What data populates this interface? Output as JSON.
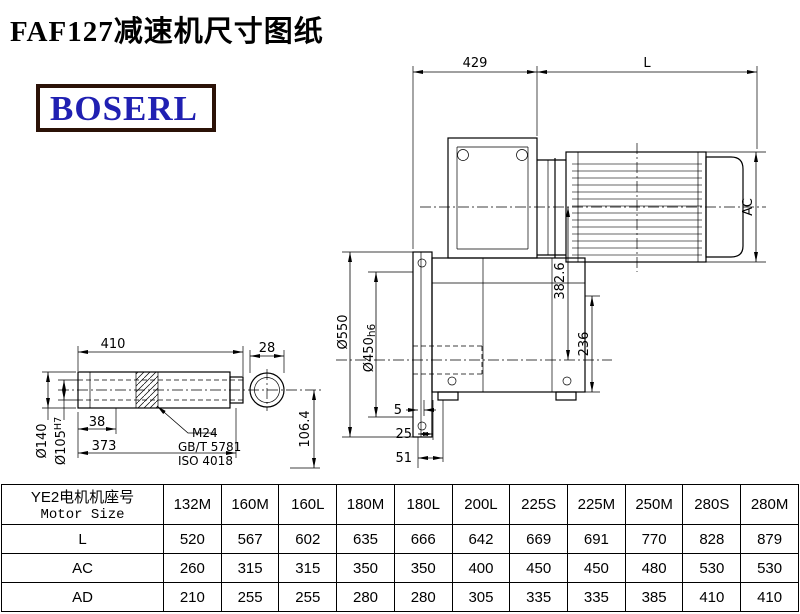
{
  "page": {
    "title": "FAF127减速机尺寸图纸",
    "logo_text": "BOSERL",
    "colors": {
      "logo_text": "#2020b2",
      "logo_border": "#2b1207",
      "line": "#000000",
      "background": "#ffffff"
    }
  },
  "drawing": {
    "dims": {
      "d429": "429",
      "L": "L",
      "AC": "AC",
      "d550": "Ø550",
      "d450": "Ø450",
      "d450_tol": "h6",
      "d382": "382.6",
      "d236": "236",
      "d5": "5",
      "d25": "25",
      "d51": "51",
      "d410": "410",
      "d28": "28",
      "d38": "38",
      "d373": "373",
      "d140": "Ø140",
      "d105": "Ø105",
      "d105_tol": "H7",
      "d106": "106.4"
    },
    "labels": {
      "thread": "M24",
      "std_gb": "GB/T 5781",
      "std_iso": "ISO 4018"
    }
  },
  "table": {
    "header_cn": "YE2电机机座号",
    "header_en": "Motor Size",
    "columns": [
      "132M",
      "160M",
      "160L",
      "180M",
      "180L",
      "200L",
      "225S",
      "225M",
      "250M",
      "280S",
      "280M"
    ],
    "rows": [
      {
        "label": "L",
        "values": [
          "520",
          "567",
          "602",
          "635",
          "666",
          "642",
          "669",
          "691",
          "770",
          "828",
          "879"
        ]
      },
      {
        "label": "AC",
        "values": [
          "260",
          "315",
          "315",
          "350",
          "350",
          "400",
          "450",
          "450",
          "480",
          "530",
          "530"
        ]
      },
      {
        "label": "AD",
        "values": [
          "210",
          "255",
          "255",
          "280",
          "280",
          "305",
          "335",
          "335",
          "385",
          "410",
          "410"
        ]
      }
    ]
  }
}
